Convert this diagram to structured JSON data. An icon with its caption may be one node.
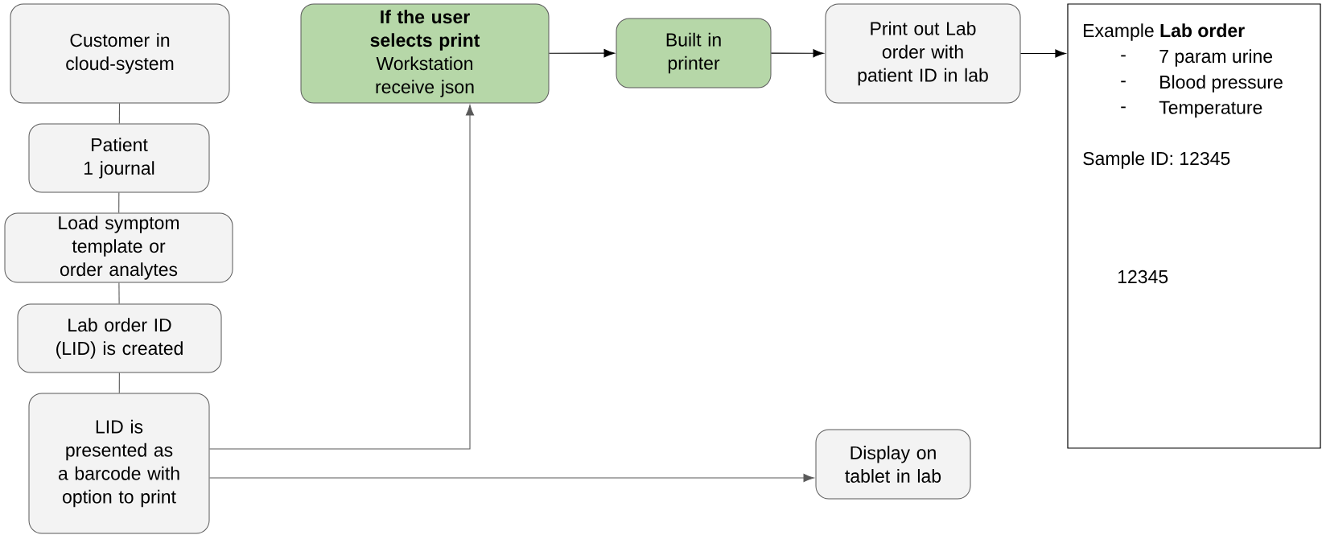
{
  "diagram": {
    "nodes": [
      {
        "text": [
          "Customer in cloud-system"
        ]
      },
      {
        "text": [
          "Patient 1 journal"
        ]
      },
      {
        "text": [
          "Load symptom template or order analytes"
        ]
      },
      {
        "text": [
          "Lab order ID (LID) is created"
        ]
      },
      {
        "text": [
          "LID is presented as a barcode with option to print"
        ]
      },
      {
        "text": [
          "If the user selects print",
          "Workstation receive json"
        ]
      },
      {
        "text": [
          "Built in printer"
        ]
      },
      {
        "text": [
          "Print out Lab order with patient ID in lab"
        ]
      },
      {
        "text": [
          "Display on tablet in lab"
        ]
      },
      {
        "text": [
          "Example **Lab order**",
          "-",
          "7 param urine",
          "-",
          "Blood pressure",
          "-",
          "Temperature",
          "Sample ID: 12345",
          "12345"
        ]
      }
    ],
    "edges": [
      {
        "from": 0,
        "to": 1,
        "arrow": "none"
      },
      {
        "from": 1,
        "to": 2,
        "arrow": "none"
      },
      {
        "from": 2,
        "to": 3,
        "arrow": "none"
      },
      {
        "from": 3,
        "to": 4,
        "arrow": "none"
      },
      {
        "from": 4,
        "to": 5,
        "arrow": "to"
      },
      {
        "from": 4,
        "to": 8,
        "arrow": "to"
      },
      {
        "from": 5,
        "to": 6,
        "arrow": "to",
        "color": "#000000"
      },
      {
        "from": 6,
        "to": 7,
        "arrow": "to",
        "color": "#000000"
      },
      {
        "from": 7,
        "to": 9,
        "arrow": "to",
        "color": "#000000"
      }
    ]
  }
}
